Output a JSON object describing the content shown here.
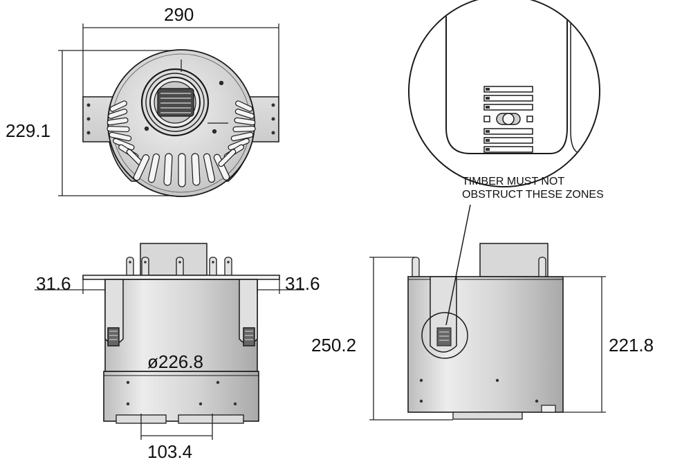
{
  "dimensions": {
    "top_width": "290",
    "top_height": "229.1",
    "left_flange": "31.6",
    "right_flange": "31.6",
    "body_diameter": "ø226.8",
    "bottom_width": "103.4",
    "overall_height": "250.2",
    "body_height": "221.8"
  },
  "callout": {
    "line1": "TIMBER MUST NOT",
    "line2": "OBSTRUCT THESE ZONES"
  },
  "colors": {
    "line": "#1a1a1a",
    "metal_light": "#e6e6e6",
    "metal_mid": "#cfcfcf",
    "metal_dark": "#9a9a9a"
  }
}
